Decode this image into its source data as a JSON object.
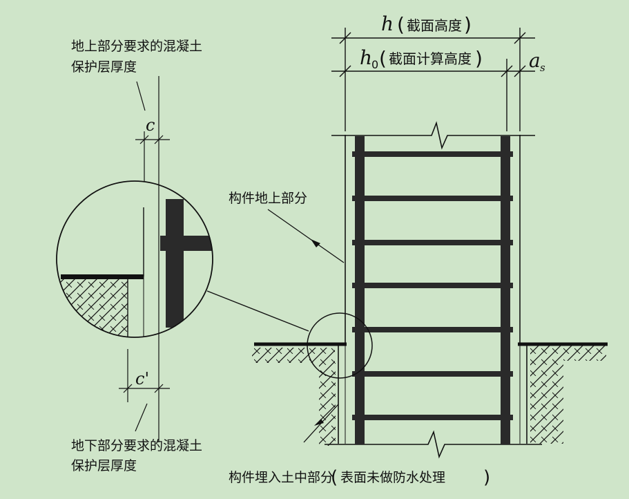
{
  "colors": {
    "background": "#cfe5c9",
    "ink": "#111111",
    "rebar": "#2a2a2a"
  },
  "dims": {
    "h_symbol": "h",
    "h_text": "截面高度",
    "h0_symbol": "h",
    "h0_sub": "0",
    "h0_text": "截面计算高度",
    "as_symbol": "a",
    "as_sub": "s",
    "c_symbol": "c",
    "c_prime_symbol": "c'"
  },
  "labels": {
    "above_cover_line1": "地上部分要求的混凝土",
    "above_cover_line2": "保护层厚度",
    "below_cover_line1": "地下部分要求的混凝土",
    "below_cover_line2": "保护层厚度",
    "member_above": "构件地上部分",
    "member_buried": "构件埋入土中部分",
    "member_buried_note": "表面未做防水处理"
  }
}
